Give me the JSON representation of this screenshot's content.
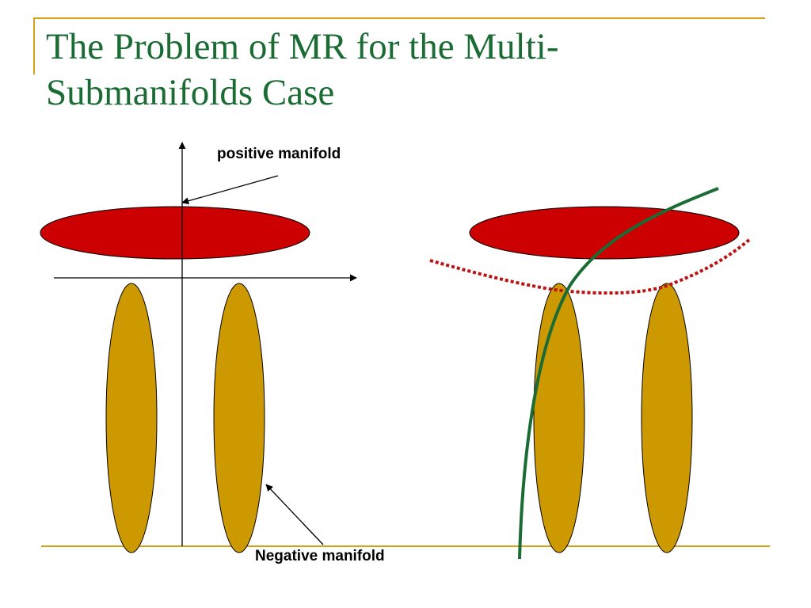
{
  "slide": {
    "title": "The Problem of MR for the Multi-Submanifolds Case"
  },
  "labels": {
    "positive_manifold": "positive manifold",
    "negative_manifold": "Negative manifold"
  },
  "colors": {
    "title": "#1b6b35",
    "accent": "#d4a017",
    "positive_manifold_fill": "#cc0000",
    "negative_manifold_fill": "#cc9900",
    "decision_curve": "#1b6b35",
    "dotted_curve": "#bb1111"
  }
}
